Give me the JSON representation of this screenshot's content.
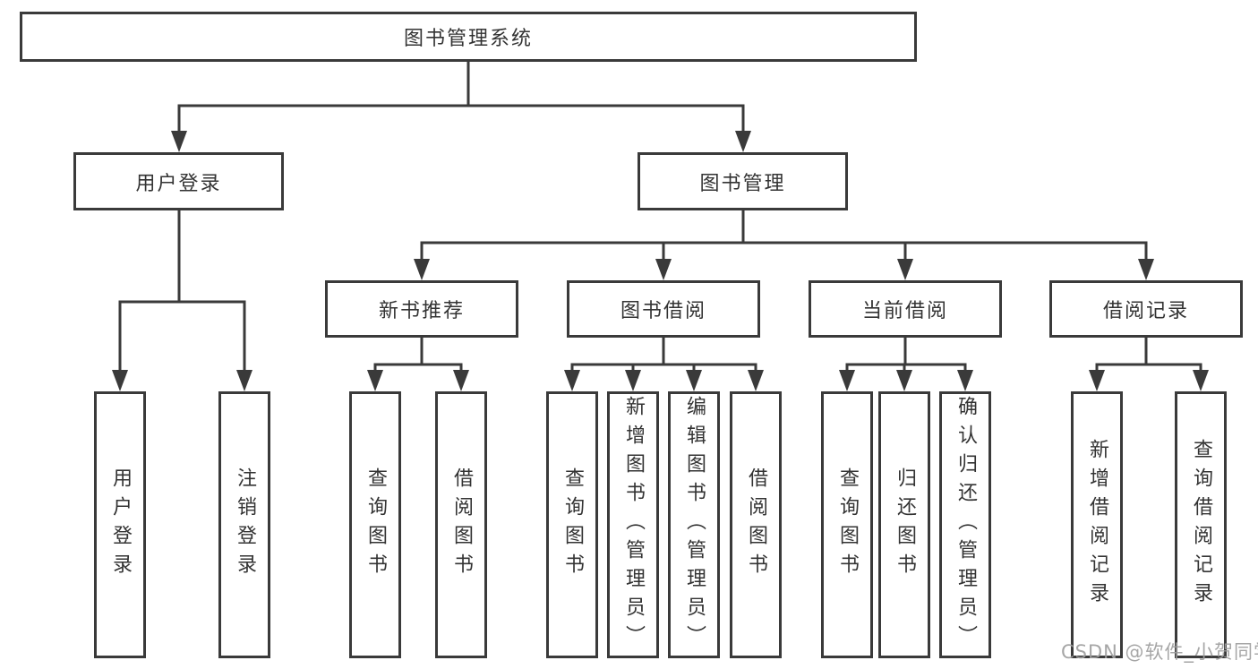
{
  "diagram": {
    "root": {
      "label": "图书管理系统"
    },
    "level1": [
      {
        "label": "用户登录"
      },
      {
        "label": "图书管理"
      }
    ],
    "level2": [
      {
        "label": "新书推荐"
      },
      {
        "label": "图书借阅"
      },
      {
        "label": "当前借阅"
      },
      {
        "label": "借阅记录"
      }
    ],
    "groups": {
      "user_login": [
        "用户登录",
        "注销登录"
      ],
      "new_book_rec": [
        "查询图书",
        "借阅图书"
      ],
      "book_borrow": [
        "查询图书",
        "新增图书（管理员）",
        "编辑图书（管理员）",
        "借阅图书"
      ],
      "current_borrow": [
        "查询图书",
        "归还图书",
        "确认归还（管理员）"
      ],
      "borrow_records": [
        "新增借阅记录",
        "查询借阅记录"
      ]
    },
    "watermark": "CSDN @软件_小贺同学",
    "colors": {
      "line": "#3a3a3a",
      "border": "#3a3a3a",
      "text": "#333333",
      "watermark": "#9e9e9e",
      "background": "#ffffff"
    }
  }
}
